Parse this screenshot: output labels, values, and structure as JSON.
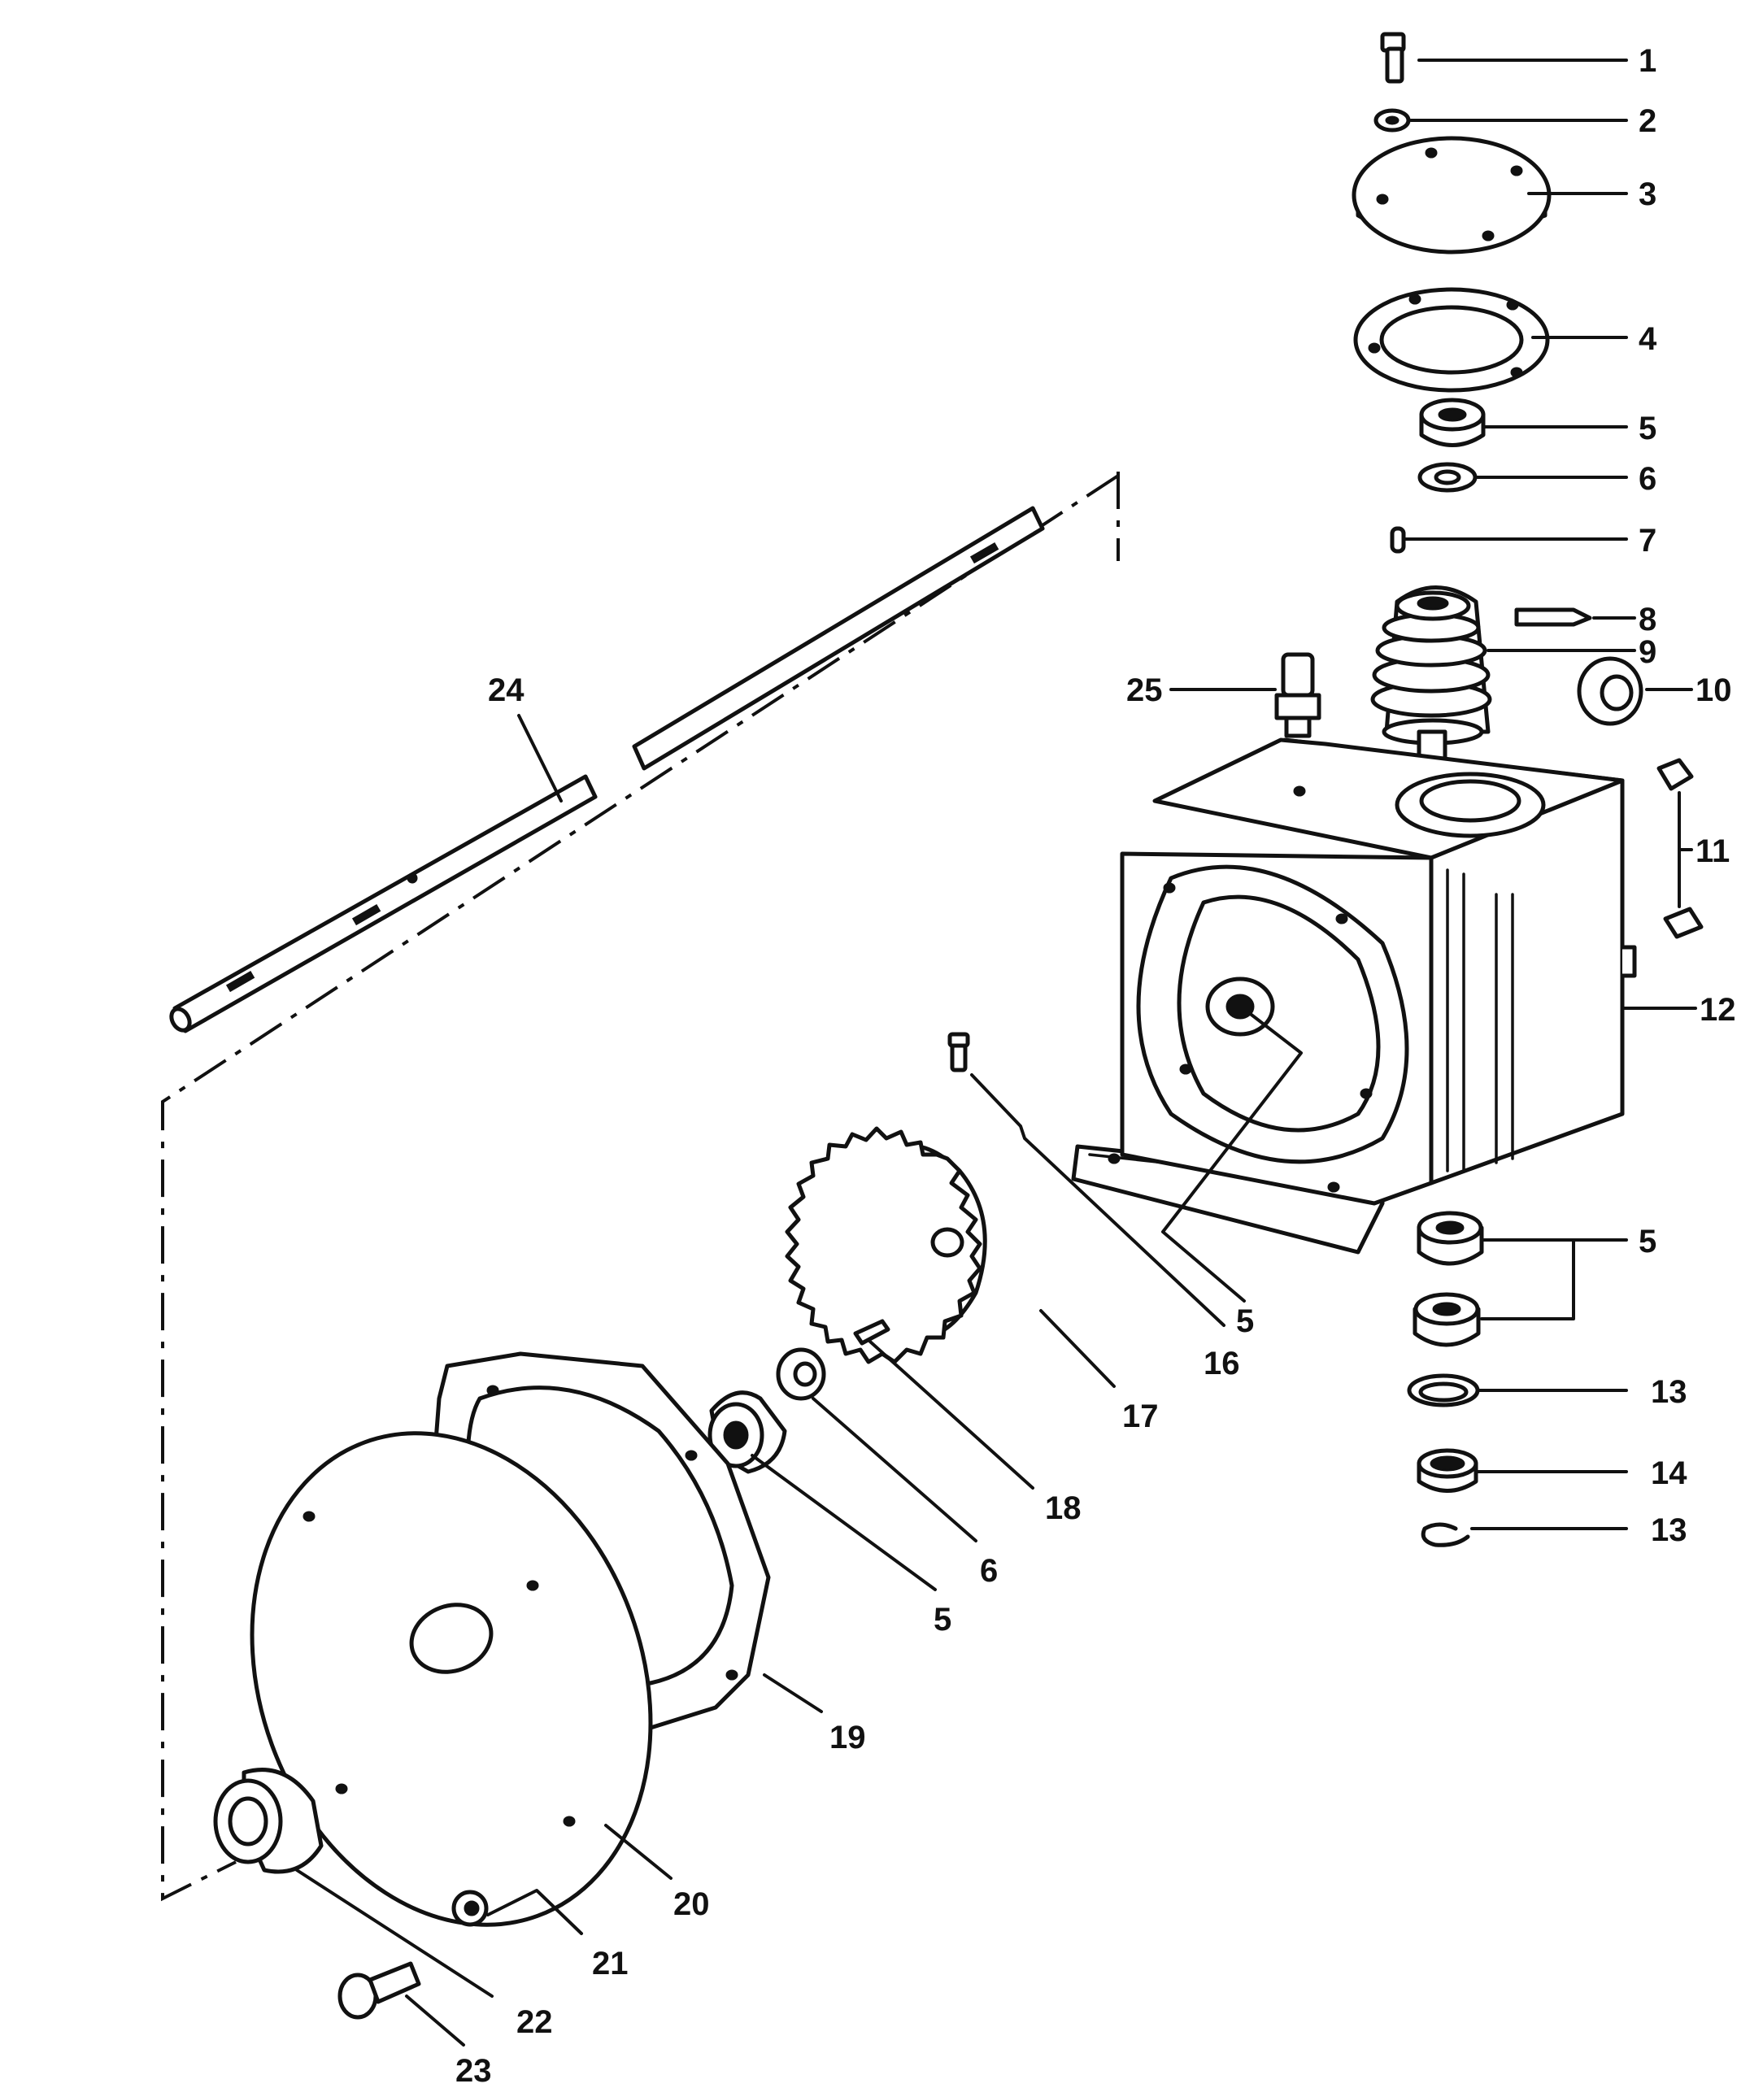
{
  "diagram": {
    "type": "exploded-parts-view",
    "callouts": {
      "c1": "1",
      "c2": "2",
      "c3": "3",
      "c4": "4",
      "c5a": "5",
      "c6a": "6",
      "c7": "7",
      "c8": "8",
      "c9": "9",
      "c10": "10",
      "c11": "11",
      "c12": "12",
      "c25": "25",
      "c24": "24",
      "c5b": "5",
      "c5c": "5",
      "c13a": "13",
      "c14": "14",
      "c13b": "13",
      "c16": "16",
      "c17": "17",
      "c18": "18",
      "c6b": "6",
      "c5d": "5",
      "c19": "19",
      "c20": "20",
      "c21": "21",
      "c22": "22",
      "c23": "23"
    }
  }
}
